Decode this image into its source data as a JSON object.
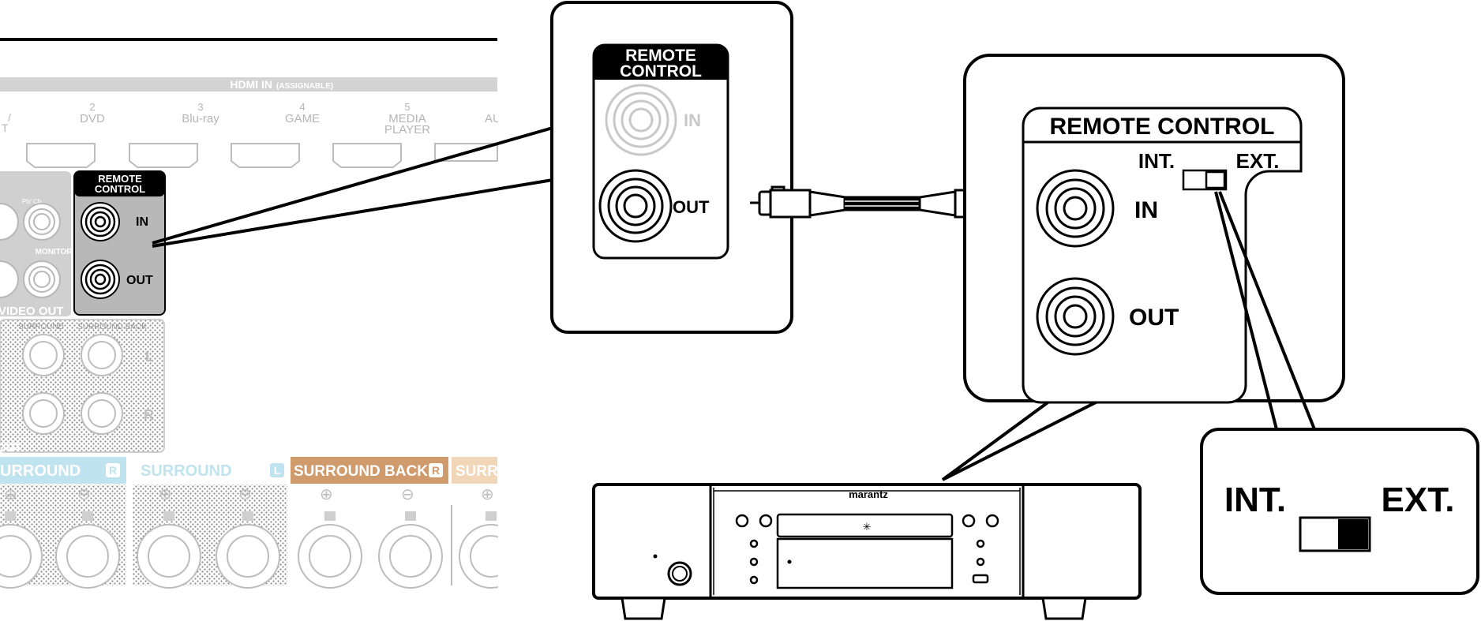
{
  "receiver": {
    "hdmi_header": "HDMI IN",
    "hdmi_header_note": "(ASSIGNABLE)",
    "hdmi_inputs": [
      {
        "num": "2",
        "label": "DVD",
        "label2": ""
      },
      {
        "num": "3",
        "label": "Blu-ray",
        "label2": ""
      },
      {
        "num": "4",
        "label": "GAME",
        "label2": ""
      },
      {
        "num": "5",
        "label": "MEDIA",
        "label2": "PLAYER"
      }
    ],
    "hdmi_partial_left": "/",
    "hdmi_partial_left2": "T",
    "hdmi_partial_right": "AU",
    "rc_label_line1": "REMOTE",
    "rc_label_line2": "CONTROL",
    "rc_in": "IN",
    "rc_out": "OUT",
    "pbpr_label": "Pb/ Cb",
    "monitor_label": "MONITOR",
    "video_out_label": "VIDEO OUT",
    "preout_surround": "SURROUND",
    "preout_surround_back": "SURROUND BACK",
    "preout_l": "L",
    "preout_r": "R",
    "preout_bottom": "OUT",
    "speaker_labels": [
      {
        "text": "URROUND",
        "badge": "R",
        "color": "#bfe3ef"
      },
      {
        "text": "SURROUND",
        "badge": "L",
        "color": "#bfe3ef"
      },
      {
        "text": "SURROUND BACK",
        "badge": "R",
        "color": "#cf9a6c"
      },
      {
        "text": "SURR",
        "badge": "",
        "color": "#f1d6b8"
      }
    ],
    "plus": "⊕",
    "minus": "⊖"
  },
  "zoom_left": {
    "title_line1": "REMOTE",
    "title_line2": "CONTROL",
    "in": "IN",
    "out": "OUT"
  },
  "zoom_right": {
    "title": "REMOTE CONTROL",
    "int": "INT.",
    "ext": "EXT.",
    "in": "IN",
    "out": "OUT"
  },
  "switch_detail": {
    "int": "INT.",
    "ext": "EXT."
  },
  "player": {
    "brand": "marantz"
  }
}
